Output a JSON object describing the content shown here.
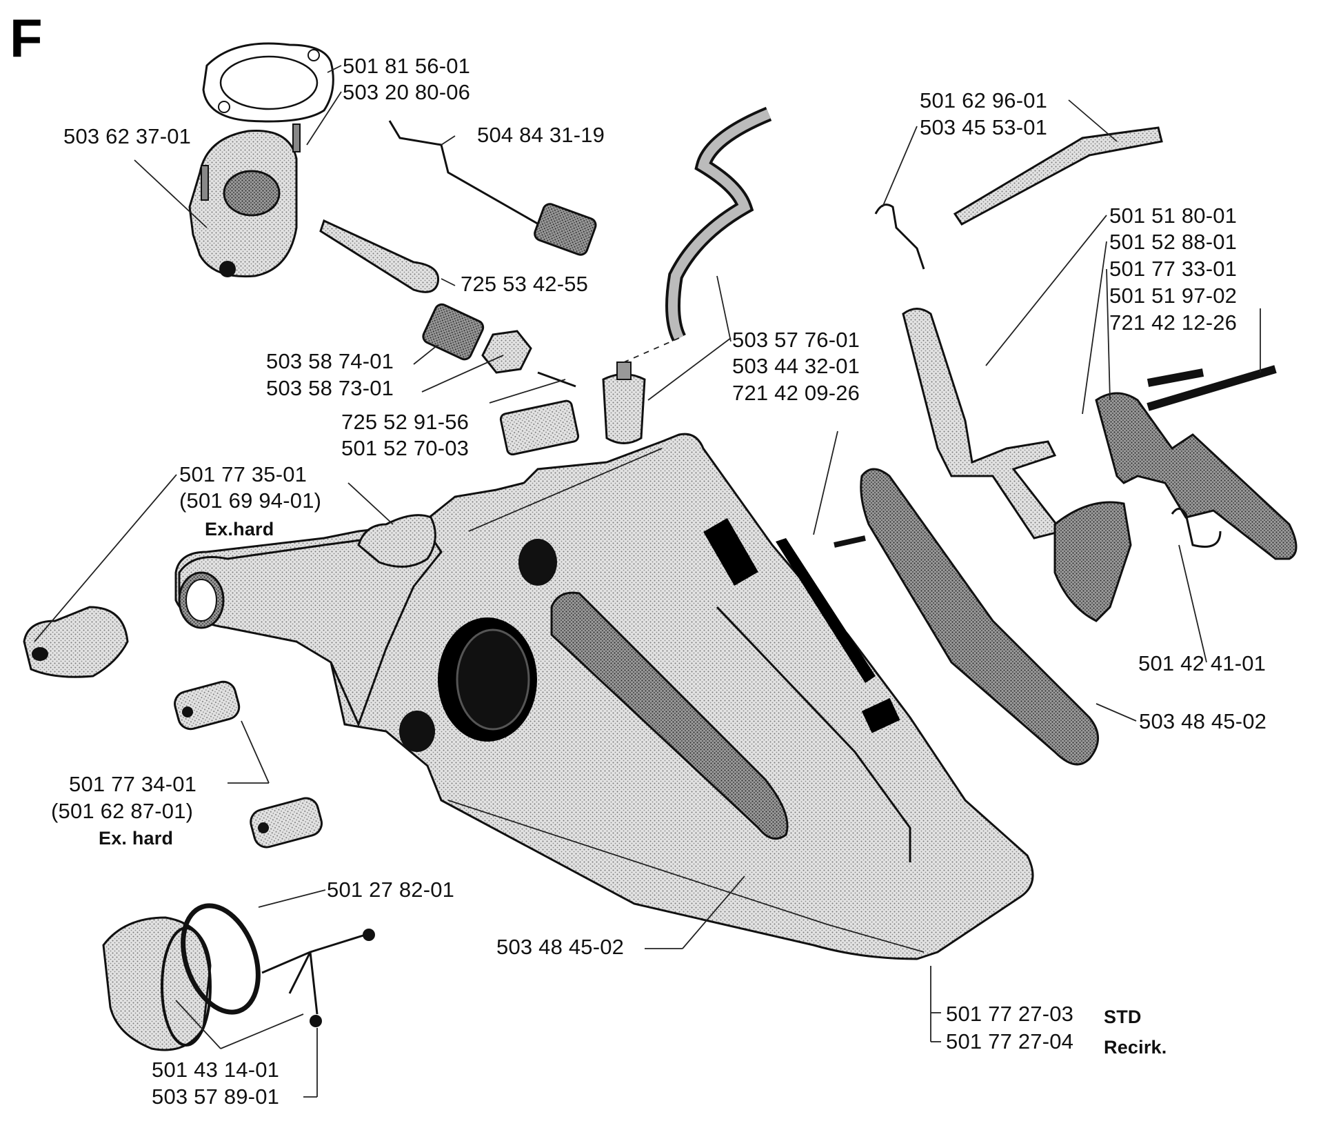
{
  "section_letter": "F",
  "callouts": [
    {
      "id": "c1",
      "text": "501 81 56-01"
    },
    {
      "id": "c2",
      "text": "503 20 80-06"
    },
    {
      "id": "c3",
      "text": "503 62 37-01"
    },
    {
      "id": "c4",
      "text": "504 84 31-19"
    },
    {
      "id": "c5",
      "text": "725 53 42-55"
    },
    {
      "id": "c6",
      "text": "503 58 74-01"
    },
    {
      "id": "c7",
      "text": "503 58 73-01"
    },
    {
      "id": "c8",
      "text": "725 52 91-56"
    },
    {
      "id": "c9",
      "text": "501 52 70-03"
    },
    {
      "id": "c10",
      "text": "503 57 76-01"
    },
    {
      "id": "c11",
      "text": "503 44 32-01"
    },
    {
      "id": "c12",
      "text": "721 42 09-26"
    },
    {
      "id": "c13",
      "text": "501 62 96-01"
    },
    {
      "id": "c14",
      "text": "503 45 53-01"
    },
    {
      "id": "c15",
      "text": "501 51 80-01"
    },
    {
      "id": "c16",
      "text": "501 52 88-01"
    },
    {
      "id": "c17",
      "text": "501 77 33-01"
    },
    {
      "id": "c18",
      "text": "501 51 97-02"
    },
    {
      "id": "c19",
      "text": "721 42 12-26"
    },
    {
      "id": "c20",
      "text": "501 77 35-01"
    },
    {
      "id": "c21",
      "text": "(501 69 94-01)"
    },
    {
      "id": "c22",
      "text": "Ex.hard"
    },
    {
      "id": "c23",
      "text": "501 42 41-01"
    },
    {
      "id": "c24",
      "text": "503 48 45-02"
    },
    {
      "id": "c25",
      "text": "501 77 34-01"
    },
    {
      "id": "c26",
      "text": "(501 62 87-01)"
    },
    {
      "id": "c27",
      "text": "Ex. hard"
    },
    {
      "id": "c28",
      "text": "501 27 82-01"
    },
    {
      "id": "c29",
      "text": "503 48 45-02"
    },
    {
      "id": "c30",
      "text": "501 77 27-03"
    },
    {
      "id": "c31",
      "text": "STD"
    },
    {
      "id": "c32",
      "text": "501 77 27-04"
    },
    {
      "id": "c33",
      "text": "Recirk."
    },
    {
      "id": "c34",
      "text": "501 43 14-01"
    },
    {
      "id": "c35",
      "text": "503 57 89-01"
    }
  ]
}
